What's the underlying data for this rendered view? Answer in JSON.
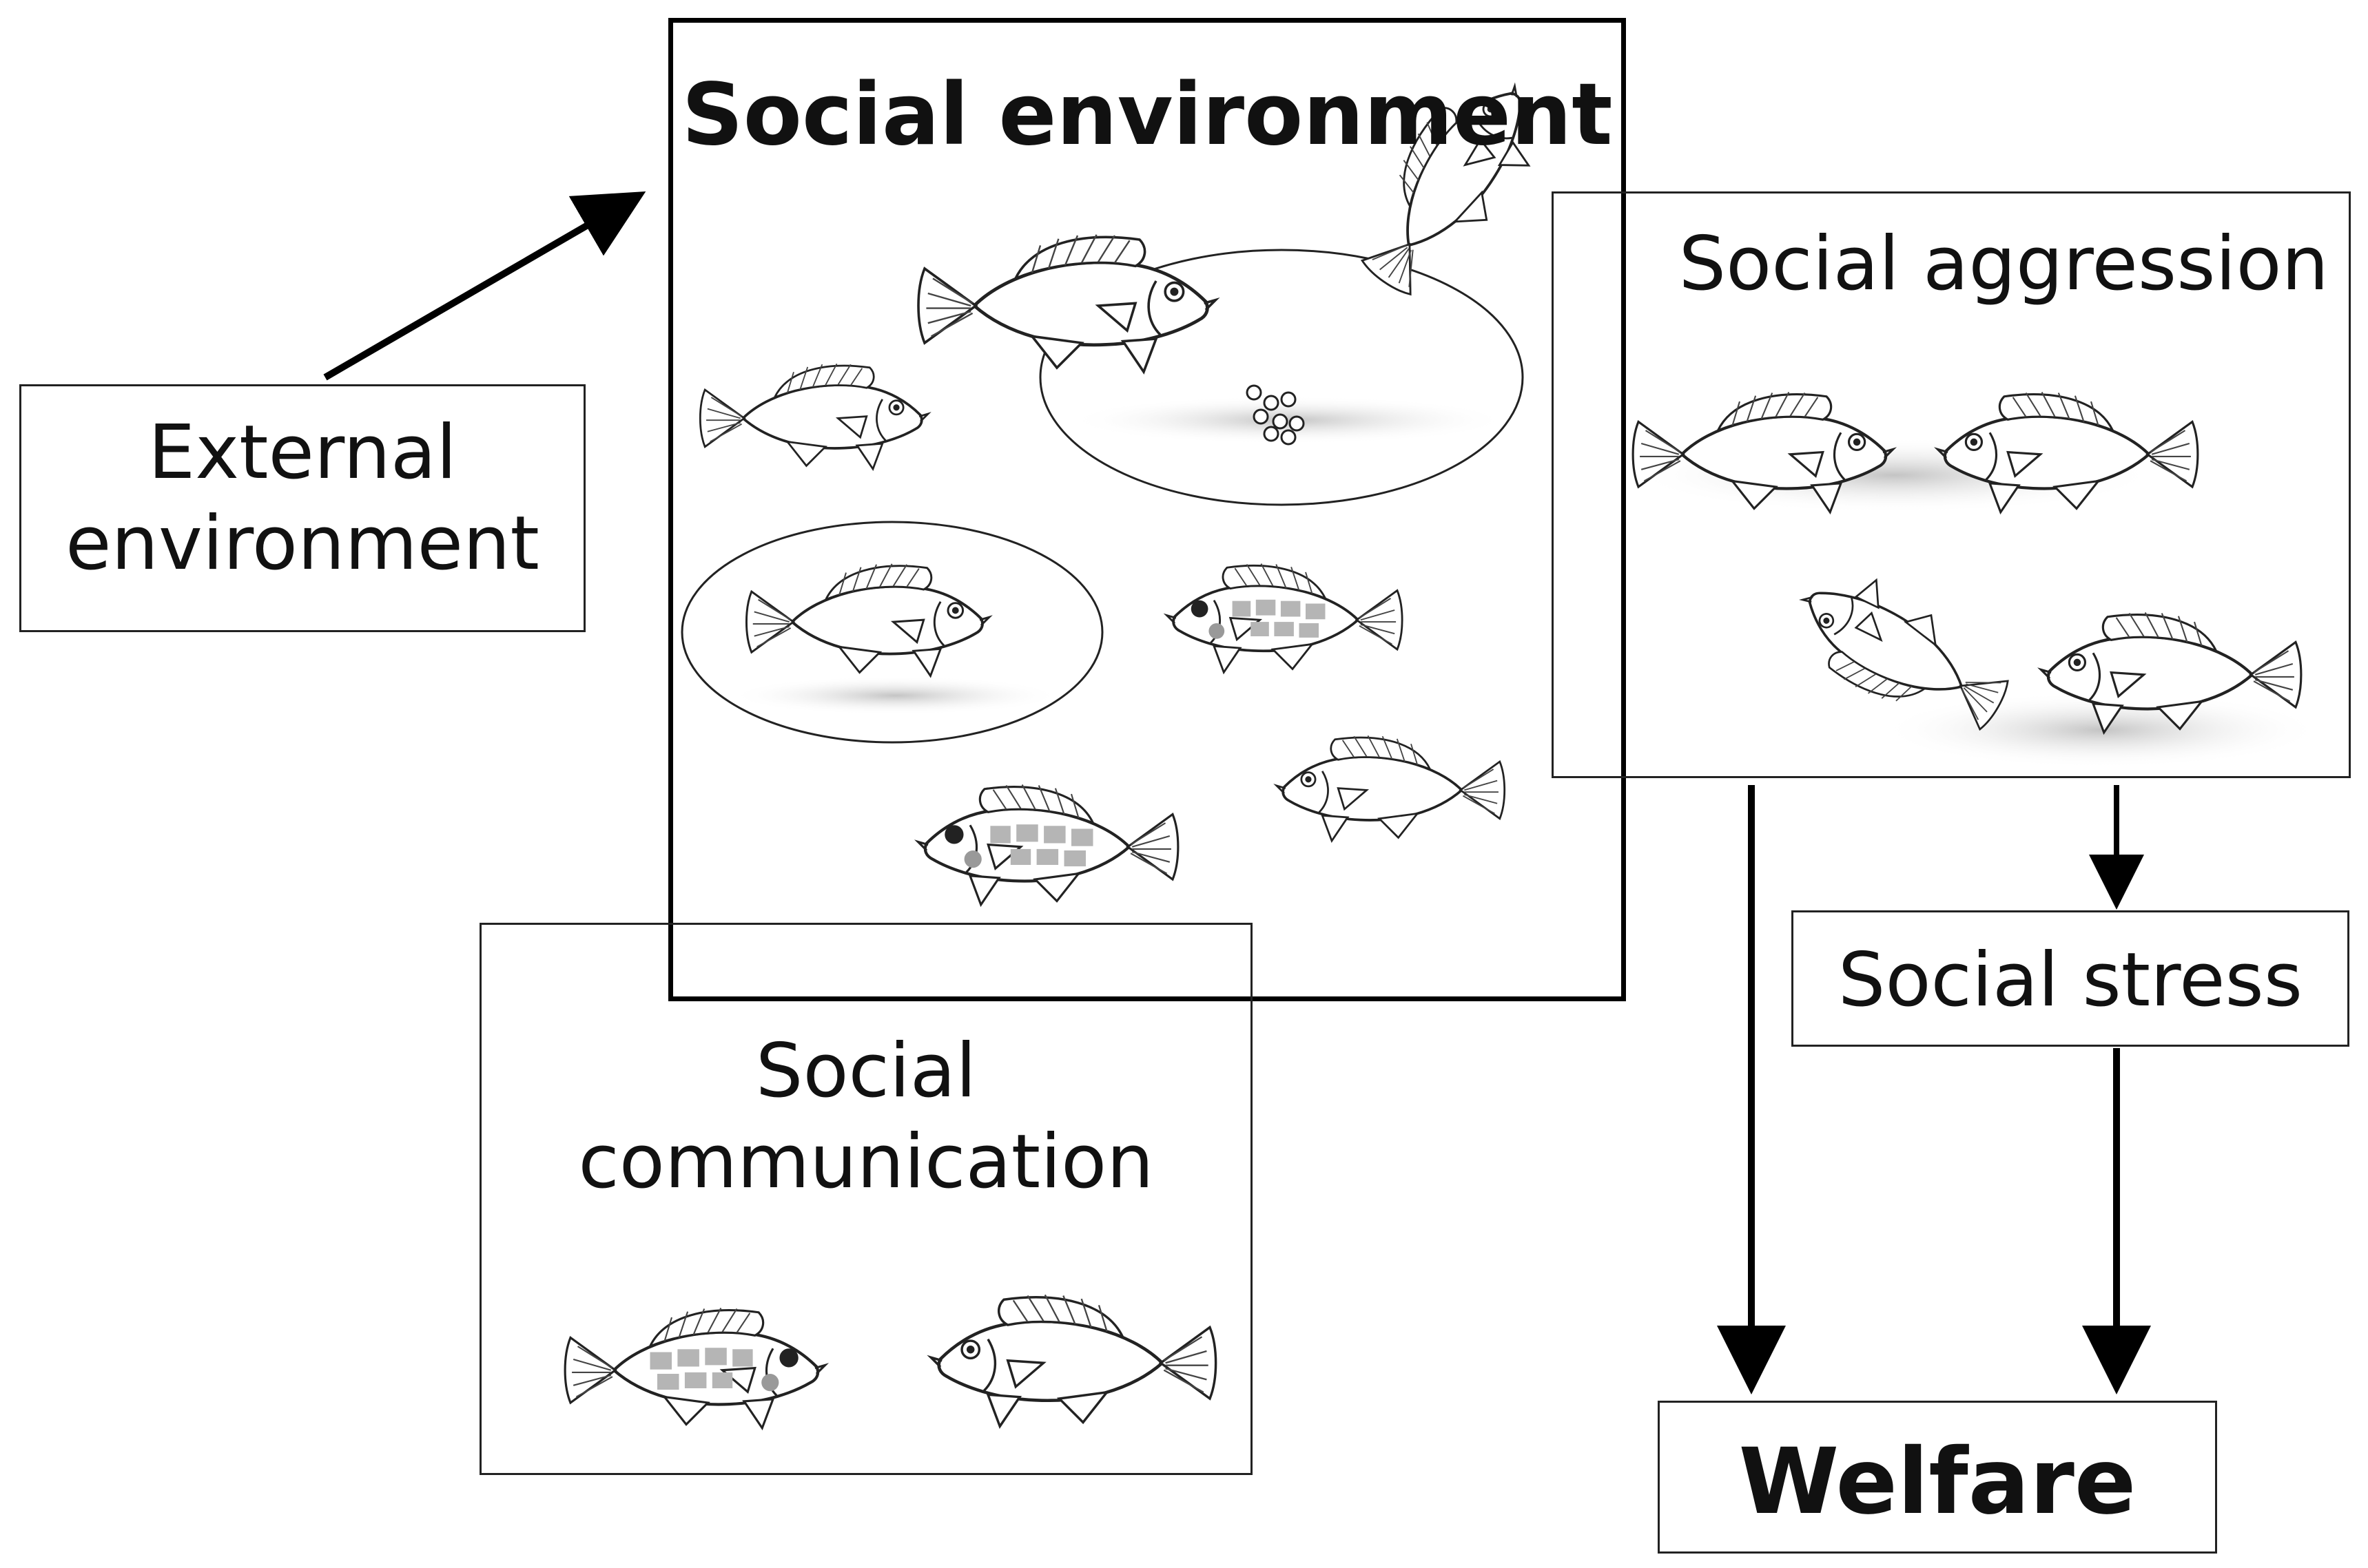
{
  "external": {
    "label": "External\nenvironment"
  },
  "social_environment": {
    "title": "Social environment"
  },
  "social_aggression": {
    "label": "Social aggression"
  },
  "social_stress": {
    "label": "Social stress"
  },
  "social_communication": {
    "label": "Social\ncommunication"
  },
  "welfare": {
    "label": "Welfare"
  },
  "colors": {
    "line": "#000000",
    "fish_outline": "#222222",
    "bars": "#b5b5b5",
    "shadow": "#c8c8c8"
  },
  "icons": [
    "fish-icon",
    "food-pellets-icon",
    "arrow-icon"
  ]
}
